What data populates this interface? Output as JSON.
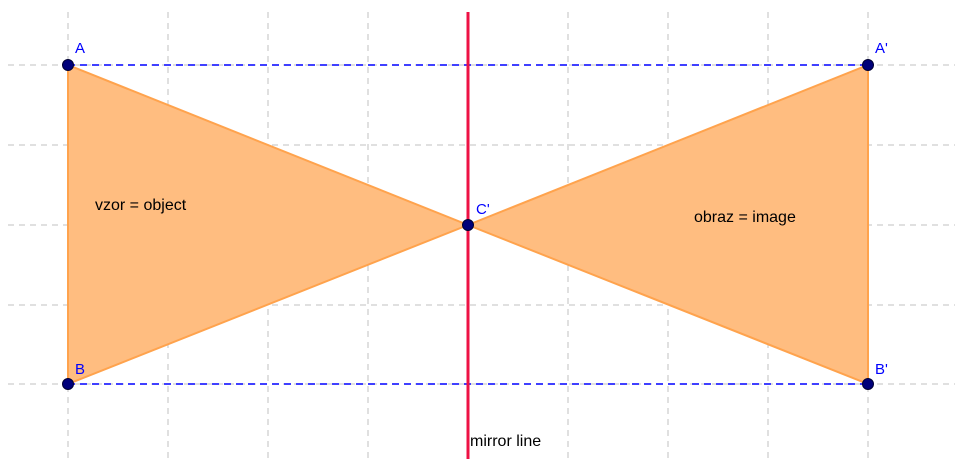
{
  "points": {
    "A": {
      "label": "A"
    },
    "B": {
      "label": "B"
    },
    "C": {
      "label": "C'"
    },
    "A2": {
      "label": "A'"
    },
    "B2": {
      "label": "B'"
    }
  },
  "texts": {
    "object": "vzor = object",
    "image": "obraz = image",
    "mirror": "mirror line"
  },
  "colors": {
    "grid": "#c0c0c0",
    "triangle_fill": "#ffbd80",
    "triangle_stroke": "#ffa34d",
    "dashed_line": "#0000ff",
    "mirror_line": "#ee1144",
    "point": "#00007a",
    "point_label": "#0000ff",
    "text": "#000000"
  }
}
